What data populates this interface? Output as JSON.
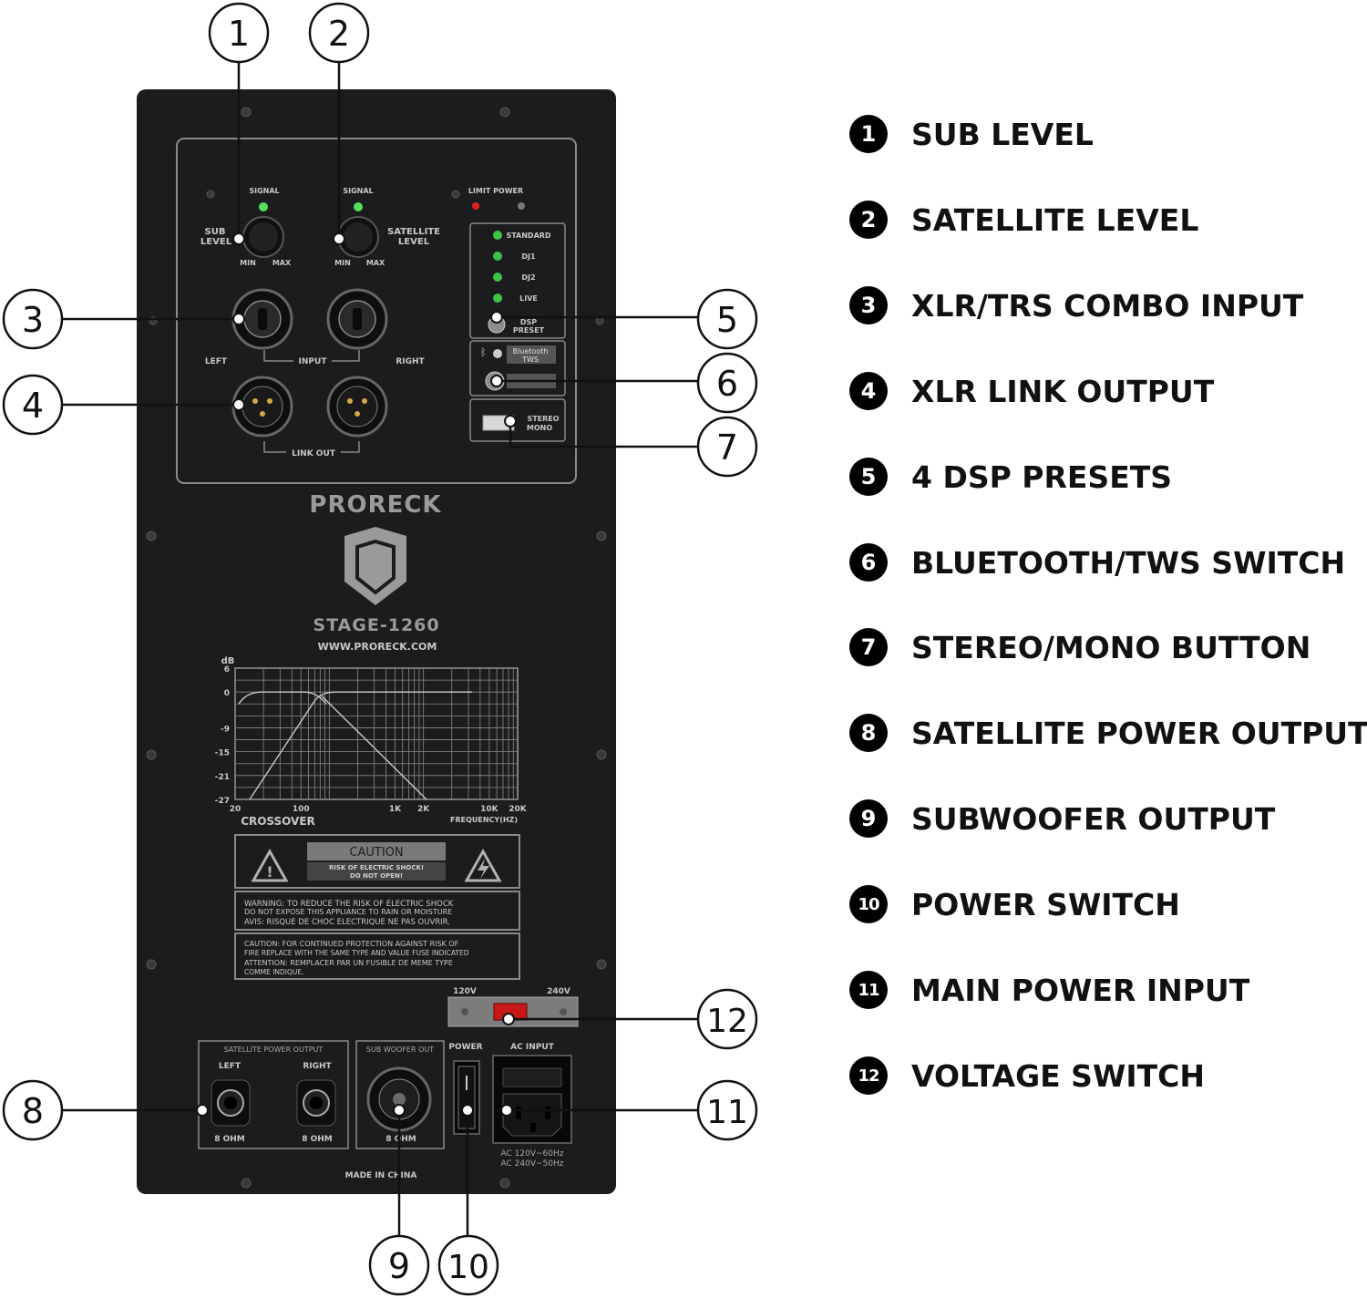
{
  "callouts": [
    "1",
    "2",
    "3",
    "4",
    "5",
    "6",
    "7",
    "8",
    "9",
    "10",
    "11",
    "12"
  ],
  "legend": [
    {
      "num": "1",
      "label": "SUB LEVEL"
    },
    {
      "num": "2",
      "label": "SATELLITE LEVEL"
    },
    {
      "num": "3",
      "label": "XLR/TRS COMBO INPUT"
    },
    {
      "num": "4",
      "label": "XLR LINK OUTPUT"
    },
    {
      "num": "5",
      "label": "4 DSP PRESETS"
    },
    {
      "num": "6",
      "label": "BLUETOOTH/TWS SWITCH"
    },
    {
      "num": "7",
      "label": "STEREO/MONO BUTTON"
    },
    {
      "num": "8",
      "label": "SATELLITE POWER OUTPUT"
    },
    {
      "num": "9",
      "label": "SUBWOOFER OUTPUT"
    },
    {
      "num": "10",
      "label": "POWER SWITCH"
    },
    {
      "num": "11",
      "label": "MAIN POWER INPUT"
    },
    {
      "num": "12",
      "label": "VOLTAGE SWITCH"
    }
  ],
  "panel": {
    "signal": "SIGNAL",
    "sub_level": [
      "SUB",
      "LEVEL"
    ],
    "satellite_level": [
      "SATELLITE",
      "LEVEL"
    ],
    "min": "MIN",
    "max": "MAX",
    "limit_power": "LIMIT POWER",
    "presets": [
      "STANDARD",
      "DJ1",
      "DJ2",
      "LIVE"
    ],
    "dsp_preset": [
      "DSP",
      "PRESET"
    ],
    "bluetooth": [
      "Bluetooth",
      "TWS"
    ],
    "stereo_mono": [
      "STEREO",
      "MONO"
    ],
    "input": "INPUT",
    "left": "LEFT",
    "right": "RIGHT",
    "link_out": "LINK OUT",
    "brand": "PRORECK",
    "model": "STAGE-1260",
    "website": "WWW.PRORECK.COM",
    "graph": {
      "unit": "dB",
      "y_ticks": [
        "6",
        "0",
        "-9",
        "-15",
        "-21",
        "-27"
      ],
      "x_ticks": [
        "20",
        "100",
        "1K",
        "2K",
        "10K",
        "20K"
      ],
      "title": "CROSSOVER",
      "xlabel": "FREQUENCY(HZ)"
    },
    "caution_title": "CAUTION",
    "caution_sub": [
      "RISK OF ELECTRIC SHOCK!",
      "DO NOT OPEN!"
    ],
    "warning_lines": [
      "WARNING: TO REDUCE THE RISK OF ELECTRIC SHOCK",
      "DO NOT EXPOSE THIS APPLIANCE TO RAIN OR MOISTURE",
      "AVIS: RISQUE DE CHOC ELECTRIQUE NE PAS OUVRIR."
    ],
    "caution_lines": [
      "CAUTION: FOR CONTINUED PROTECTION AGAINST RISK OF",
      "FIRE REPLACE WITH THE SAME TYPE AND VALUE FUSE INDICATED",
      "ATTENTION:       REMPLACER PAR UN FUSIBLE DE MEME TYPE",
      "COMME INDIQUE."
    ],
    "v120": "120V",
    "v240": "240V",
    "satellite_power_output": "SATELLITE POWER OUTPUT",
    "sub_woofer_out": "SUB WOOFER OUT",
    "power": "POWER",
    "ac_input": "AC INPUT",
    "ohm": "8 OHM",
    "ac_ratings": [
      "AC 120V~60Hz",
      "AC 240V~50Hz"
    ],
    "made_in": "MADE IN CHINA"
  },
  "colors": {
    "panel": "#1c1c1e",
    "panel_line": "#8a8a8a",
    "panel_text": "#c8c8c8",
    "led_green": "#55e05a",
    "led_red": "#e22020"
  }
}
